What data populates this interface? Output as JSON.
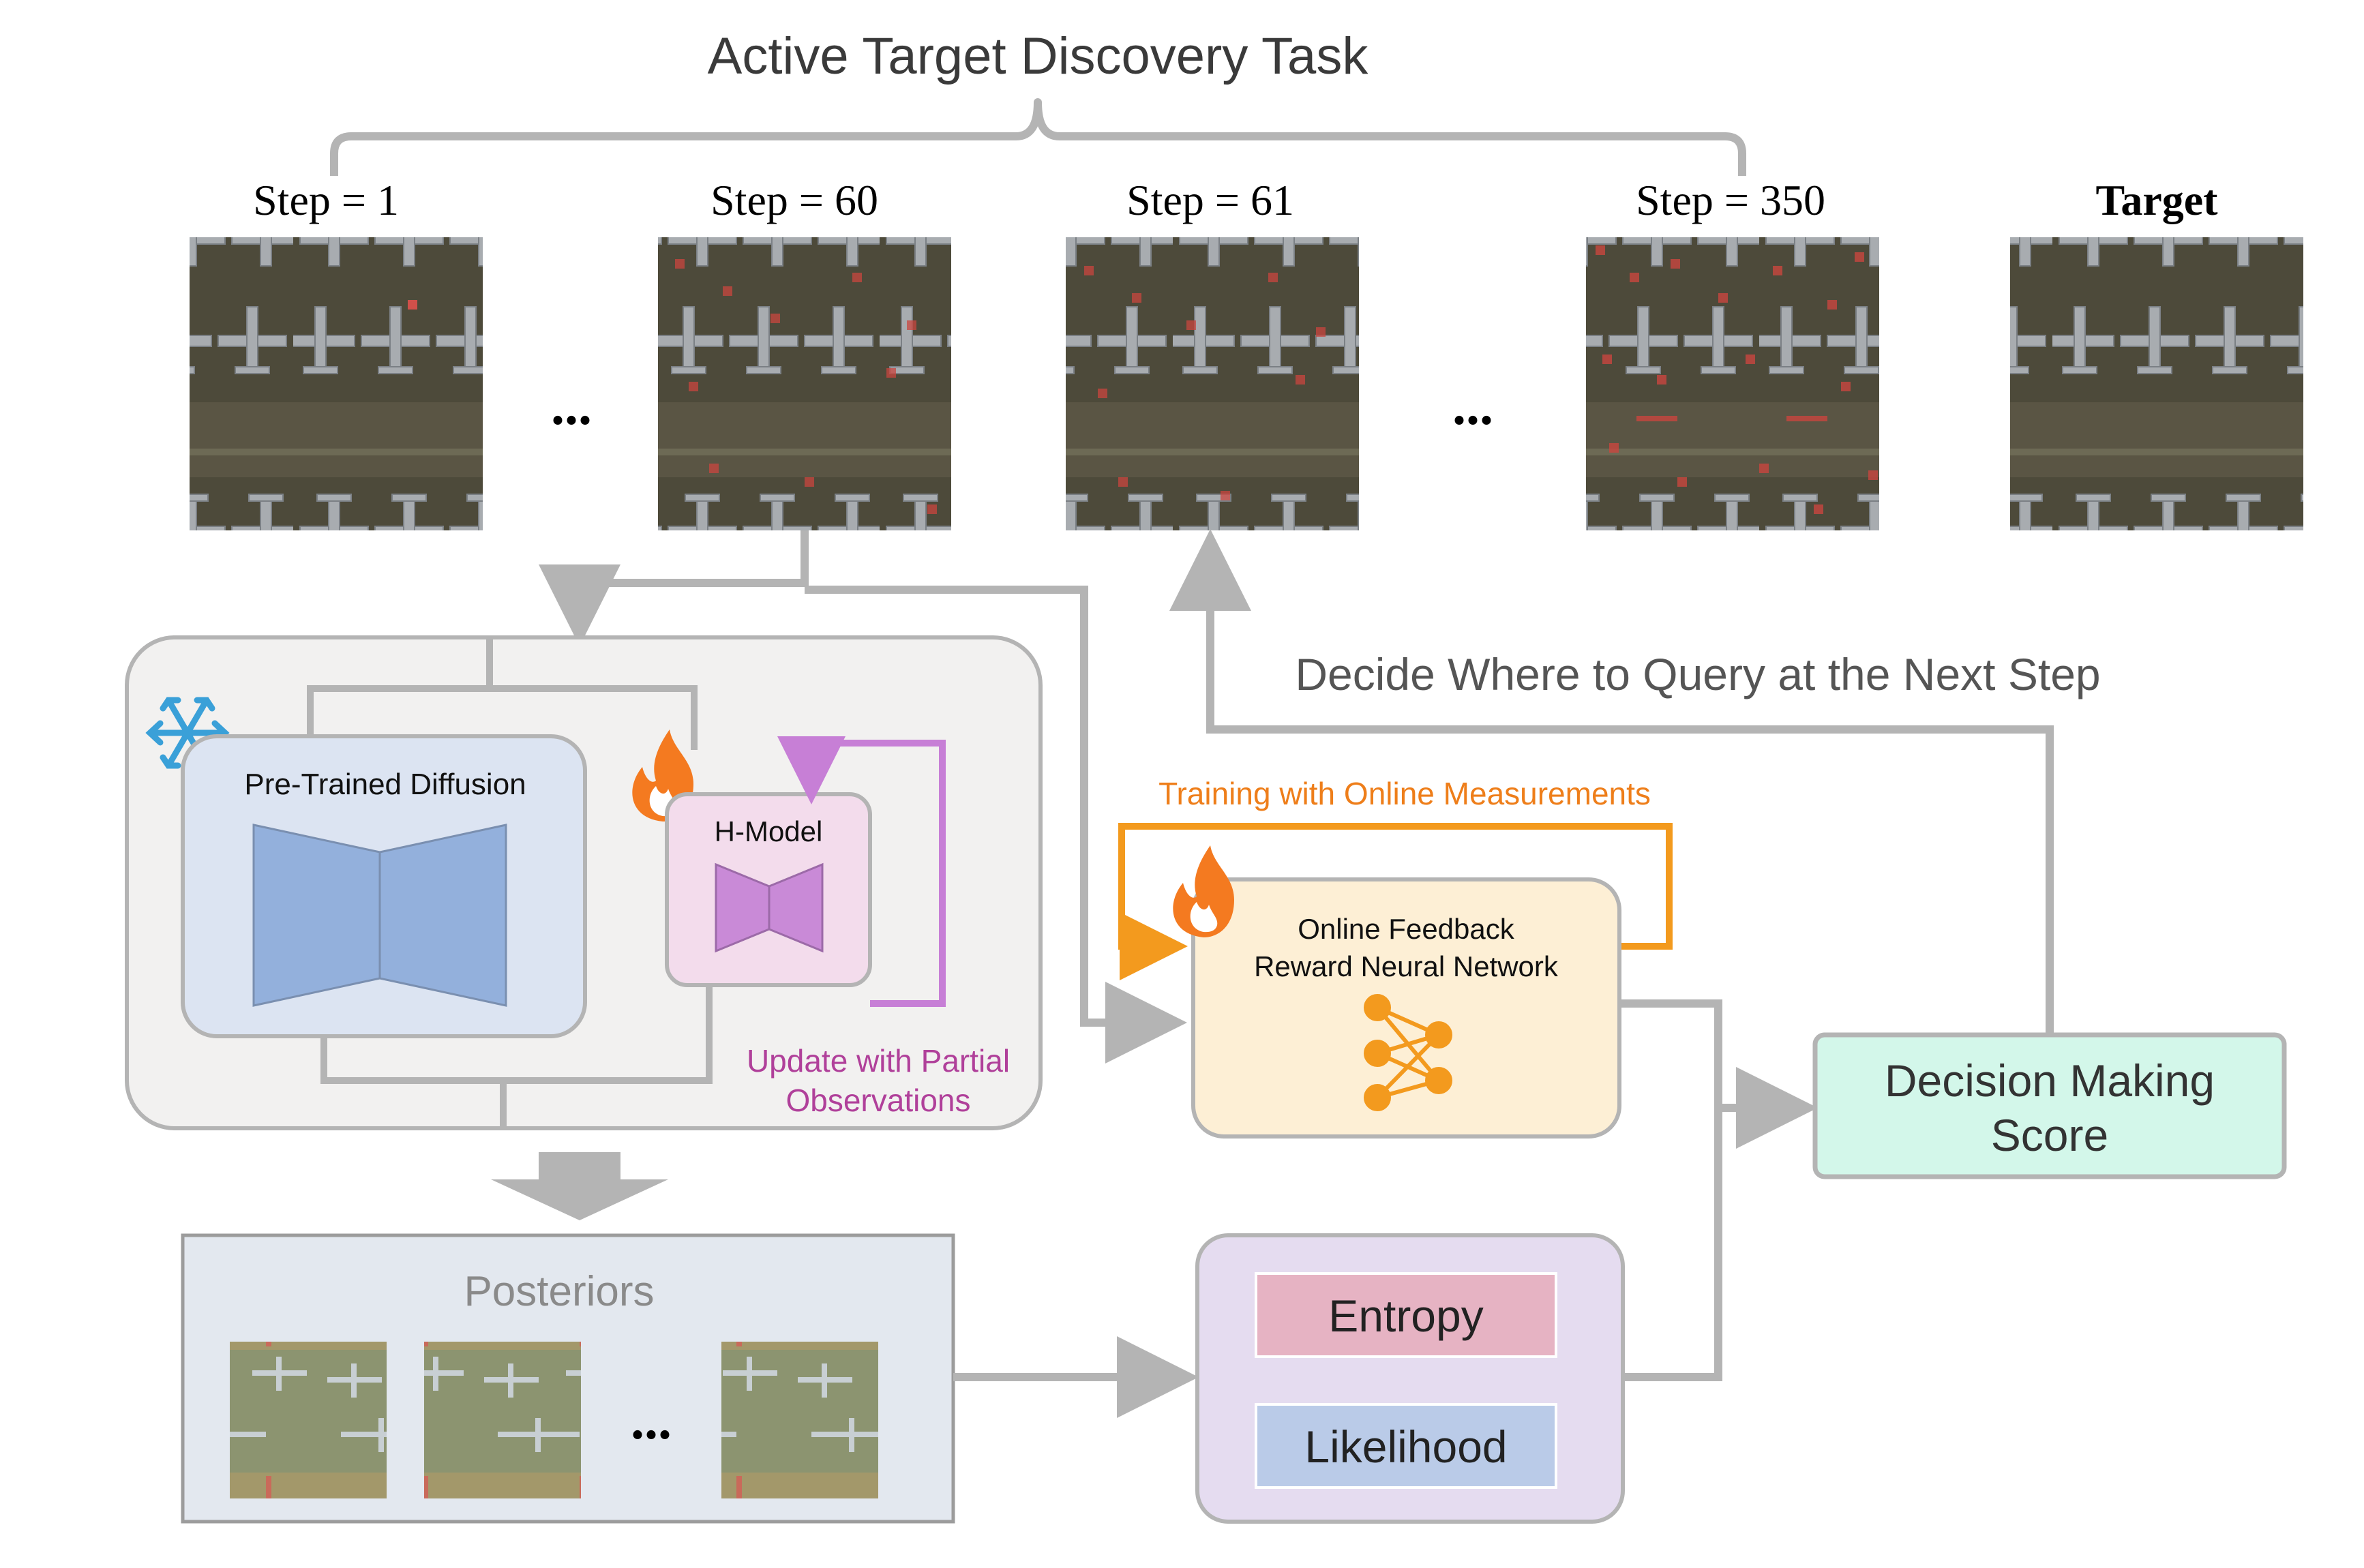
{
  "title": "Active Target Discovery Task",
  "steps": [
    {
      "label": "Step = 1"
    },
    {
      "label": "Step = 60"
    },
    {
      "label": "Step = 61"
    },
    {
      "label": "Step = 350"
    },
    {
      "label": "Target"
    }
  ],
  "ellipsis": "...",
  "decide_label": "Decide Where to Query at the Next Step",
  "model_box": {
    "diffusion_label": "Pre-Trained Diffusion",
    "hmodel_label": "H-Model",
    "update_label_line1": "Update with Partial",
    "update_label_line2": "Observations"
  },
  "reward": {
    "training_label": "Training with Online Measurements",
    "line1": "Online Feedback",
    "line2": "Reward Neural Network"
  },
  "posteriors": {
    "label": "Posteriors"
  },
  "metrics": {
    "entropy": "Entropy",
    "likelihood": "Likelihood"
  },
  "decision": {
    "line1": "Decision Making",
    "line2": "Score"
  },
  "colors": {
    "arrow_gray": "#b4b4b4",
    "orange": "#f39a1e",
    "purple": "#c77fd6",
    "diffusion_fill": "#dce4f2",
    "diffusion_shape": "#93b0dc",
    "hmodel_fill": "#f3dcec",
    "hmodel_shape": "#c98ad7",
    "reward_fill": "#fdefd5",
    "decision_fill": "#d3f7ea",
    "metrics_fill": "#e5dcf0",
    "entropy_fill": "#e6b3c3",
    "likelihood_fill": "#bacbe8",
    "posterior_fill": "#e3e8ef",
    "snowflake": "#3aa0d8",
    "flame": "#f47a20"
  }
}
